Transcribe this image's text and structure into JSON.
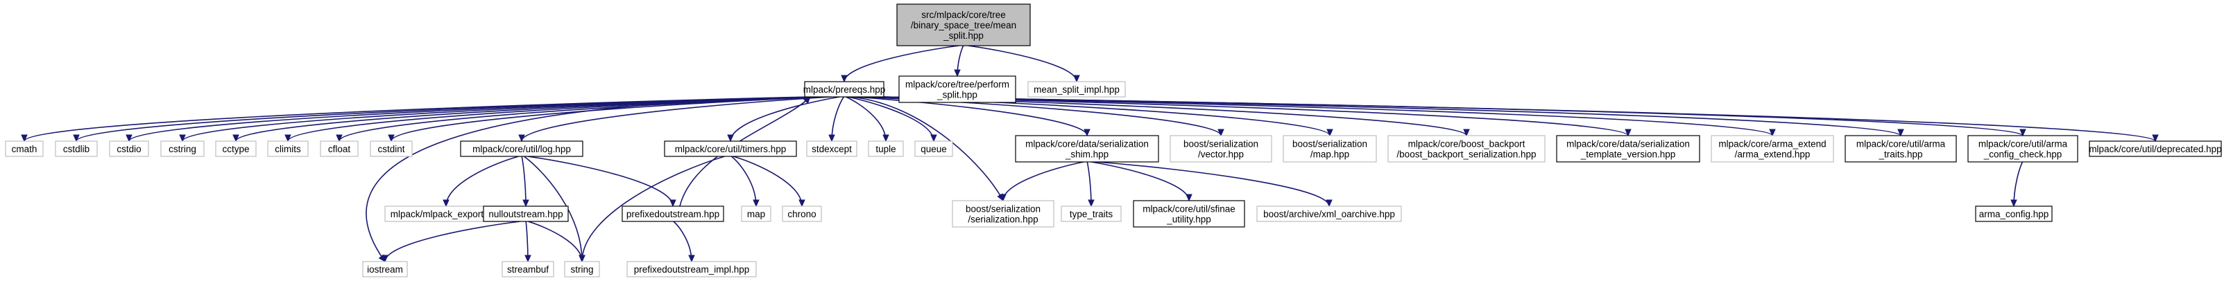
{
  "colors": {
    "edge": "#191970",
    "root_fill": "#bfbfbf",
    "border_dark": "#000000",
    "border_light": "#bfbfbf",
    "text": "#000000"
  },
  "nodes": [
    {
      "id": "root",
      "lines": [
        "src/mlpack/core/tree",
        "/binary_space_tree/mean",
        "_split.hpp"
      ],
      "style": "root"
    },
    {
      "id": "prereqs",
      "lines": [
        "mlpack/prereqs.hpp"
      ],
      "style": "dark"
    },
    {
      "id": "perform_split",
      "lines": [
        "mlpack/core/tree/perform",
        "_split.hpp"
      ],
      "style": "dark"
    },
    {
      "id": "mean_split_impl",
      "lines": [
        "mean_split_impl.hpp"
      ],
      "style": "light"
    },
    {
      "id": "cmath",
      "lines": [
        "cmath"
      ],
      "style": "light"
    },
    {
      "id": "cstdlib",
      "lines": [
        "cstdlib"
      ],
      "style": "light"
    },
    {
      "id": "cstdio",
      "lines": [
        "cstdio"
      ],
      "style": "light"
    },
    {
      "id": "cstring",
      "lines": [
        "cstring"
      ],
      "style": "light"
    },
    {
      "id": "cctype",
      "lines": [
        "cctype"
      ],
      "style": "light"
    },
    {
      "id": "climits",
      "lines": [
        "climits"
      ],
      "style": "light"
    },
    {
      "id": "cfloat",
      "lines": [
        "cfloat"
      ],
      "style": "light"
    },
    {
      "id": "cstdint",
      "lines": [
        "cstdint"
      ],
      "style": "light"
    },
    {
      "id": "log",
      "lines": [
        "mlpack/core/util/log.hpp"
      ],
      "style": "dark"
    },
    {
      "id": "timers",
      "lines": [
        "mlpack/core/util/timers.hpp"
      ],
      "style": "dark"
    },
    {
      "id": "stdexcept",
      "lines": [
        "stdexcept"
      ],
      "style": "light"
    },
    {
      "id": "tuple",
      "lines": [
        "tuple"
      ],
      "style": "light"
    },
    {
      "id": "queue",
      "lines": [
        "queue"
      ],
      "style": "light"
    },
    {
      "id": "shim",
      "lines": [
        "mlpack/core/data/serialization",
        "_shim.hpp"
      ],
      "style": "dark"
    },
    {
      "id": "boost_vector",
      "lines": [
        "boost/serialization",
        "/vector.hpp"
      ],
      "style": "light"
    },
    {
      "id": "boost_map",
      "lines": [
        "boost/serialization",
        "/map.hpp"
      ],
      "style": "light"
    },
    {
      "id": "backport",
      "lines": [
        "mlpack/core/boost_backport",
        "/boost_backport_serialization.hpp"
      ],
      "style": "light"
    },
    {
      "id": "template_version",
      "lines": [
        "mlpack/core/data/serialization",
        "_template_version.hpp"
      ],
      "style": "dark"
    },
    {
      "id": "arma_extend",
      "lines": [
        "mlpack/core/arma_extend",
        "/arma_extend.hpp"
      ],
      "style": "light"
    },
    {
      "id": "arma_traits",
      "lines": [
        "mlpack/core/util/arma",
        "_traits.hpp"
      ],
      "style": "dark"
    },
    {
      "id": "arma_config_check",
      "lines": [
        "mlpack/core/util/arma",
        "_config_check.hpp"
      ],
      "style": "dark"
    },
    {
      "id": "deprecated",
      "lines": [
        "mlpack/core/util/deprecated.hpp"
      ],
      "style": "dark"
    },
    {
      "id": "mlpack_export",
      "lines": [
        "mlpack/mlpack_export.hpp"
      ],
      "style": "light"
    },
    {
      "id": "nulloutstream",
      "lines": [
        "nulloutstream.hpp"
      ],
      "style": "dark"
    },
    {
      "id": "prefixedoutstream",
      "lines": [
        "prefixedoutstream.hpp"
      ],
      "style": "dark"
    },
    {
      "id": "map",
      "lines": [
        "map"
      ],
      "style": "light"
    },
    {
      "id": "chrono",
      "lines": [
        "chrono"
      ],
      "style": "light"
    },
    {
      "id": "boost_serialization",
      "lines": [
        "boost/serialization",
        "/serialization.hpp"
      ],
      "style": "light"
    },
    {
      "id": "type_traits",
      "lines": [
        "type_traits"
      ],
      "style": "light"
    },
    {
      "id": "sfinae",
      "lines": [
        "mlpack/core/util/sfinae",
        "_utility.hpp"
      ],
      "style": "dark"
    },
    {
      "id": "xml_oarchive",
      "lines": [
        "boost/archive/xml_oarchive.hpp"
      ],
      "style": "light"
    },
    {
      "id": "arma_config",
      "lines": [
        "arma_config.hpp"
      ],
      "style": "dark"
    },
    {
      "id": "iostream",
      "lines": [
        "iostream"
      ],
      "style": "light"
    },
    {
      "id": "streambuf",
      "lines": [
        "streambuf"
      ],
      "style": "light"
    },
    {
      "id": "string",
      "lines": [
        "string"
      ],
      "style": "light"
    },
    {
      "id": "prefixedoutstream_impl",
      "lines": [
        "prefixedoutstream_impl.hpp"
      ],
      "style": "light"
    }
  ],
  "edges": [
    [
      "root",
      "prereqs"
    ],
    [
      "root",
      "perform_split"
    ],
    [
      "root",
      "mean_split_impl"
    ],
    [
      "prereqs",
      "cmath"
    ],
    [
      "prereqs",
      "cstdlib"
    ],
    [
      "prereqs",
      "cstdio"
    ],
    [
      "prereqs",
      "cstring"
    ],
    [
      "prereqs",
      "cctype"
    ],
    [
      "prereqs",
      "climits"
    ],
    [
      "prereqs",
      "cfloat"
    ],
    [
      "prereqs",
      "cstdint"
    ],
    [
      "prereqs",
      "log"
    ],
    [
      "prereqs",
      "timers"
    ],
    [
      "prereqs",
      "stdexcept"
    ],
    [
      "prereqs",
      "tuple"
    ],
    [
      "prereqs",
      "queue"
    ],
    [
      "prereqs",
      "shim"
    ],
    [
      "prereqs",
      "boost_vector"
    ],
    [
      "prereqs",
      "boost_map"
    ],
    [
      "prereqs",
      "backport"
    ],
    [
      "prereqs",
      "template_version"
    ],
    [
      "prereqs",
      "arma_extend"
    ],
    [
      "prereqs",
      "arma_traits"
    ],
    [
      "prereqs",
      "arma_config_check"
    ],
    [
      "prereqs",
      "deprecated"
    ],
    [
      "prereqs",
      "iostream"
    ],
    [
      "prereqs",
      "boost_serialization"
    ],
    [
      "log",
      "mlpack_export"
    ],
    [
      "log",
      "nulloutstream"
    ],
    [
      "log",
      "prefixedoutstream"
    ],
    [
      "log",
      "string"
    ],
    [
      "nulloutstream",
      "iostream"
    ],
    [
      "nulloutstream",
      "streambuf"
    ],
    [
      "nulloutstream",
      "string"
    ],
    [
      "prefixedoutstream",
      "prereqs"
    ],
    [
      "prefixedoutstream",
      "prefixedoutstream_impl"
    ],
    [
      "timers",
      "map"
    ],
    [
      "timers",
      "chrono"
    ],
    [
      "timers",
      "string"
    ],
    [
      "shim",
      "boost_serialization"
    ],
    [
      "shim",
      "type_traits"
    ],
    [
      "shim",
      "sfinae"
    ],
    [
      "shim",
      "xml_oarchive"
    ],
    [
      "arma_config_check",
      "arma_config"
    ]
  ]
}
